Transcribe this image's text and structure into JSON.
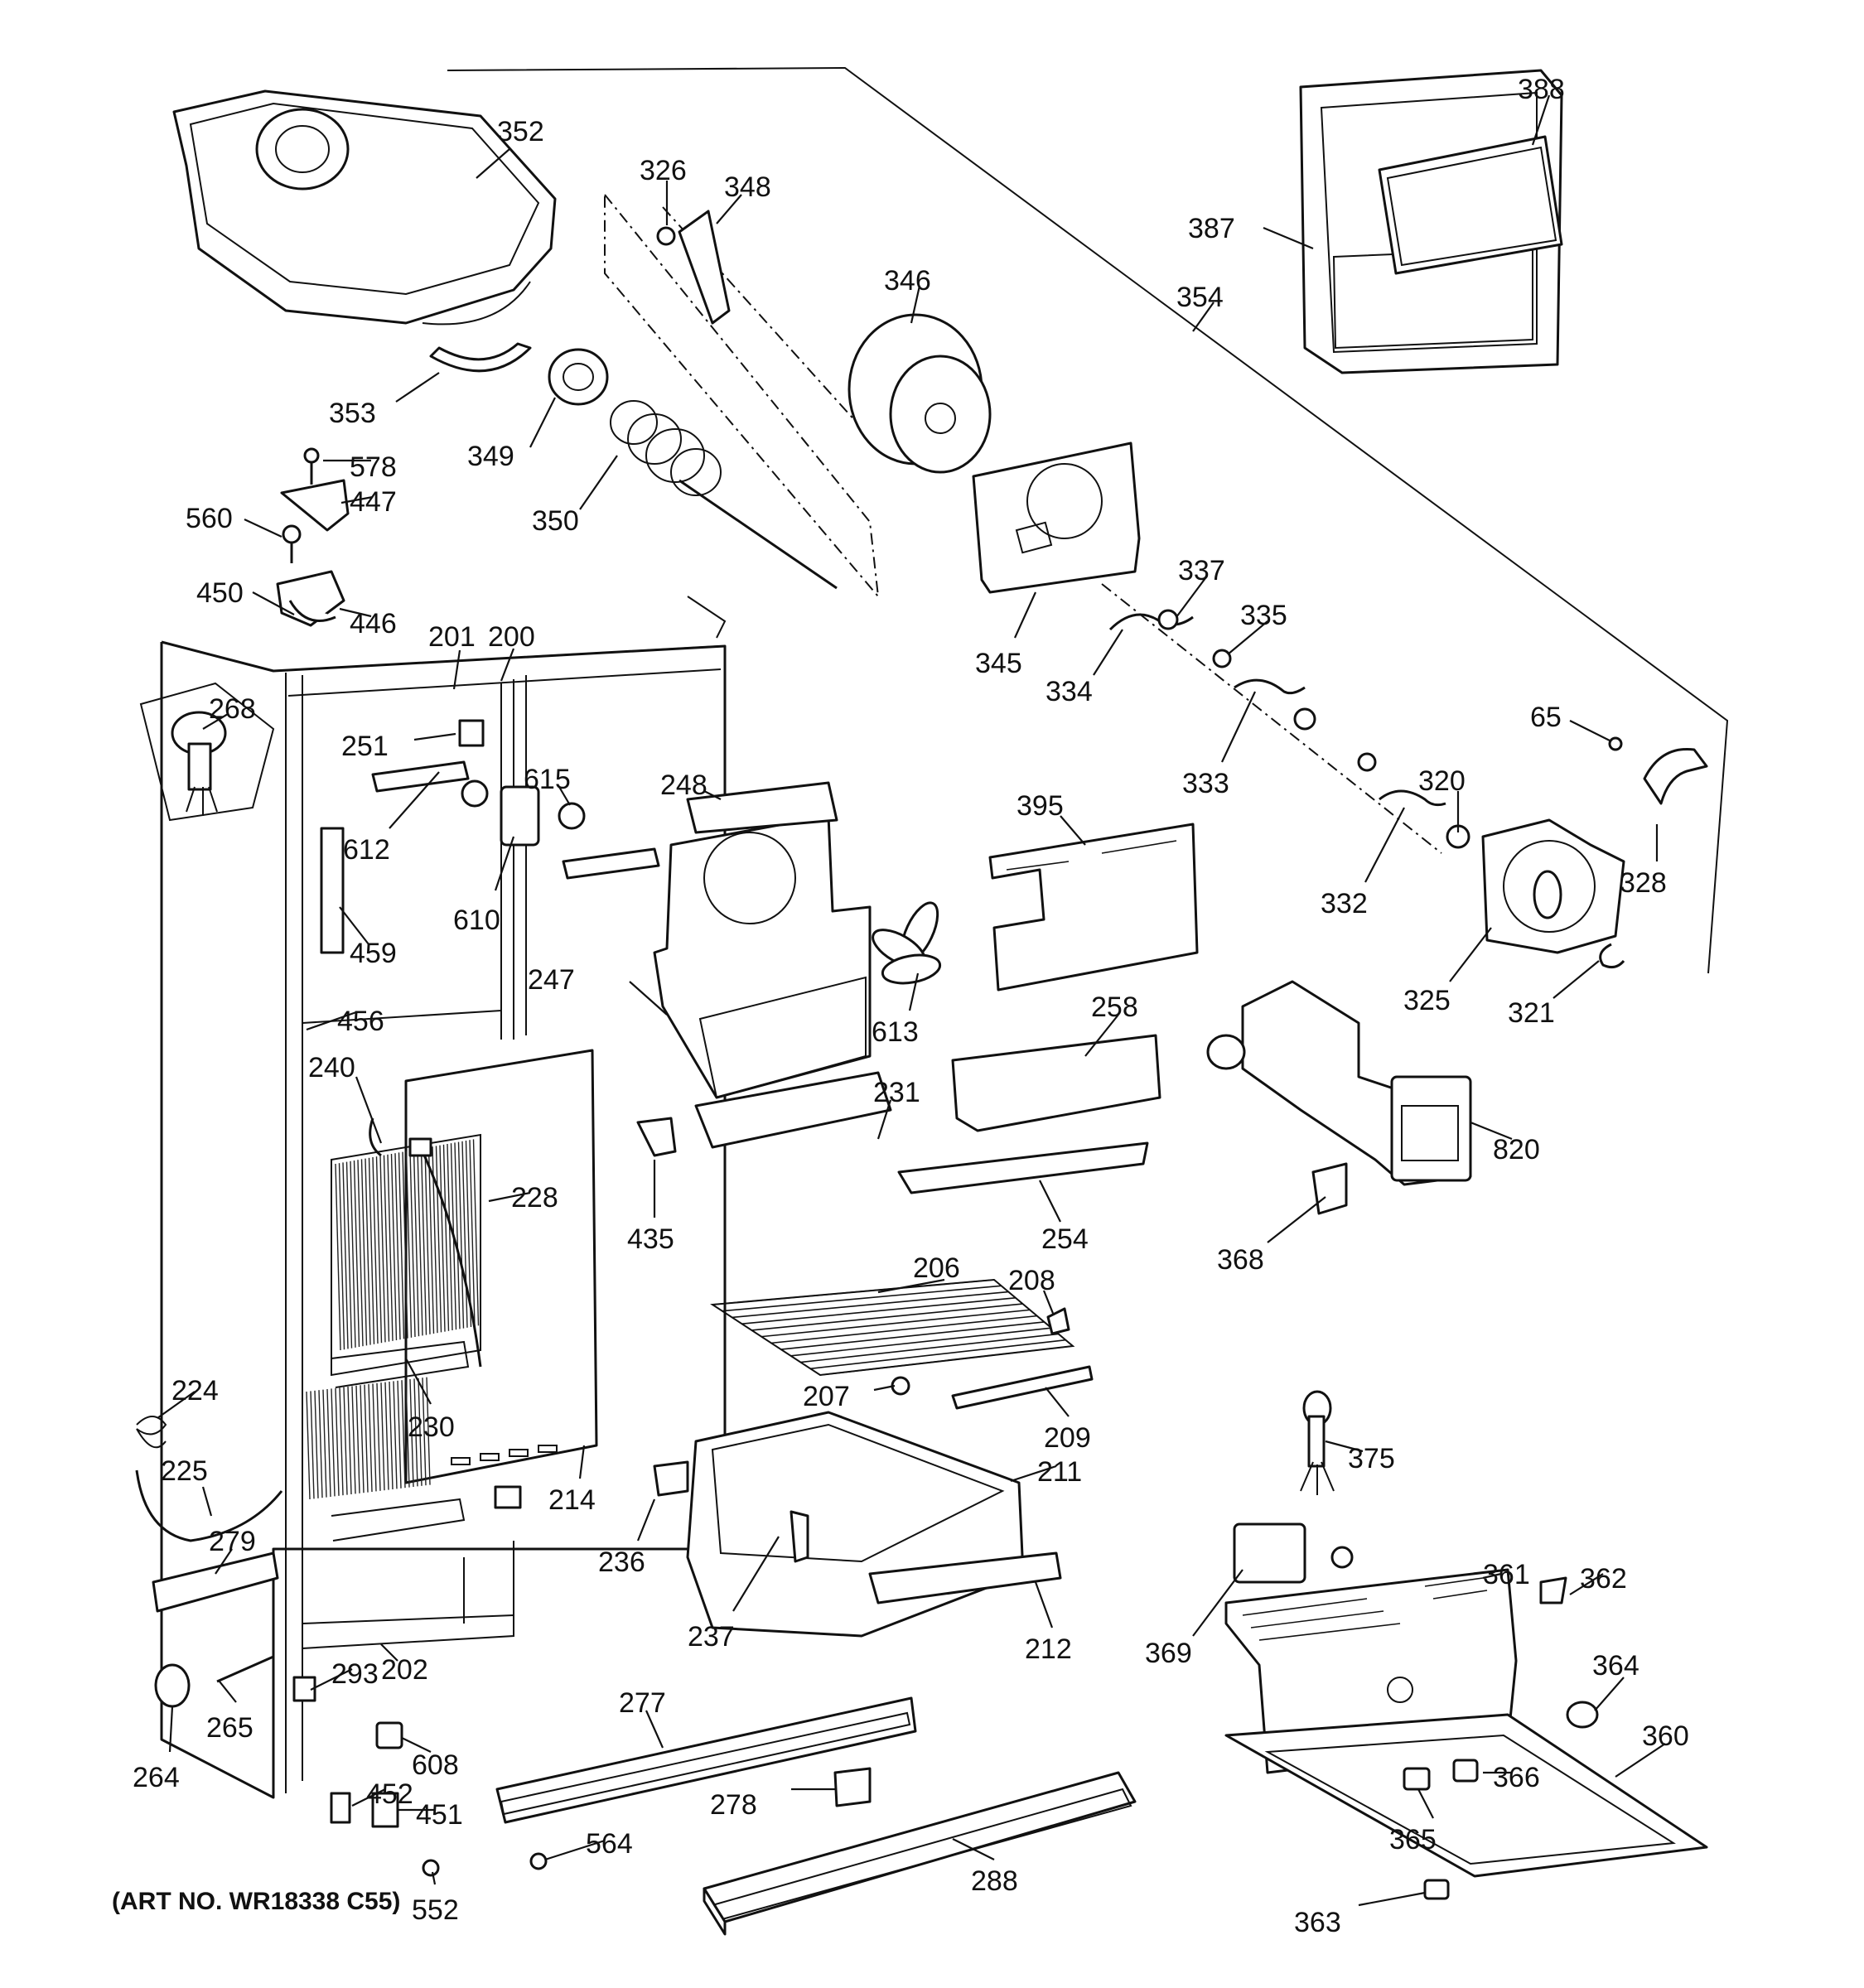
{
  "diagram": {
    "art_number": "(ART NO. WR18338 C55)",
    "callouts": [
      "352",
      "326",
      "348",
      "346",
      "388",
      "387",
      "354",
      "353",
      "349",
      "350",
      "578",
      "447",
      "560",
      "450",
      "446",
      "345",
      "337",
      "335",
      "334",
      "333",
      "332",
      "320",
      "321",
      "325",
      "65",
      "328",
      "201",
      "200",
      "268",
      "251",
      "612",
      "615",
      "610",
      "248",
      "395",
      "459",
      "247",
      "613",
      "456",
      "240",
      "228",
      "231",
      "258",
      "254",
      "820",
      "435",
      "368",
      "206",
      "208",
      "207",
      "209",
      "224",
      "225",
      "230",
      "214",
      "211",
      "236",
      "237",
      "212",
      "375",
      "361",
      "362",
      "369",
      "364",
      "360",
      "279",
      "202",
      "293",
      "265",
      "264",
      "608",
      "452",
      "451",
      "552",
      "277",
      "278",
      "564",
      "288",
      "366",
      "365",
      "363"
    ]
  }
}
